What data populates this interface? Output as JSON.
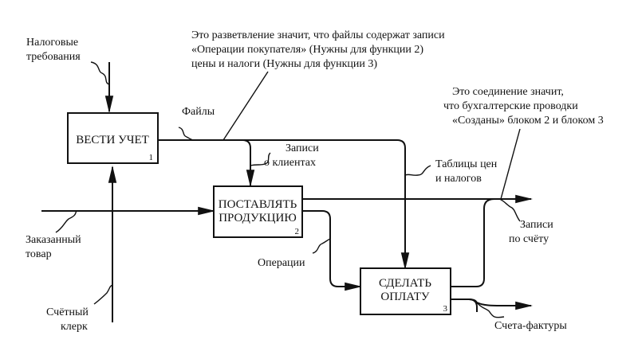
{
  "boxes": [
    {
      "title": "ВЕСТИ УЧЕТ",
      "number": "1"
    },
    {
      "title_line1": "ПОСТАВЛЯТЬ",
      "title_line2": "ПРОДУКЦИЮ",
      "number": "2"
    },
    {
      "title_line1": "СДЕЛАТЬ",
      "title_line2": "ОПЛАТУ",
      "number": "3"
    }
  ],
  "labels": {
    "tax_requirements": [
      "Налоговые",
      "требования"
    ],
    "files": "Файлы",
    "client_records": [
      "Записи",
      "о клиентах"
    ],
    "price_tables": [
      "Таблицы цен",
      "и налогов"
    ],
    "ordered_goods": [
      "Заказанный",
      "товар"
    ],
    "operations": "Операции",
    "account_records": [
      "Записи",
      "по счёту"
    ],
    "clerk": [
      "Счётный",
      "клерк"
    ],
    "invoices": "Счета-фактуры"
  },
  "notes": {
    "branch_note": [
      "Это разветвление значит, что файлы содержат записи",
      "«Операции покупателя» (Нужны для функции 2)",
      "цены и налоги (Нужны для функции 3)"
    ],
    "join_note": [
      "Это соединение значит,",
      "что бухгалтерские проводки",
      "«Созданы» блоком 2 и блоком 3"
    ]
  }
}
